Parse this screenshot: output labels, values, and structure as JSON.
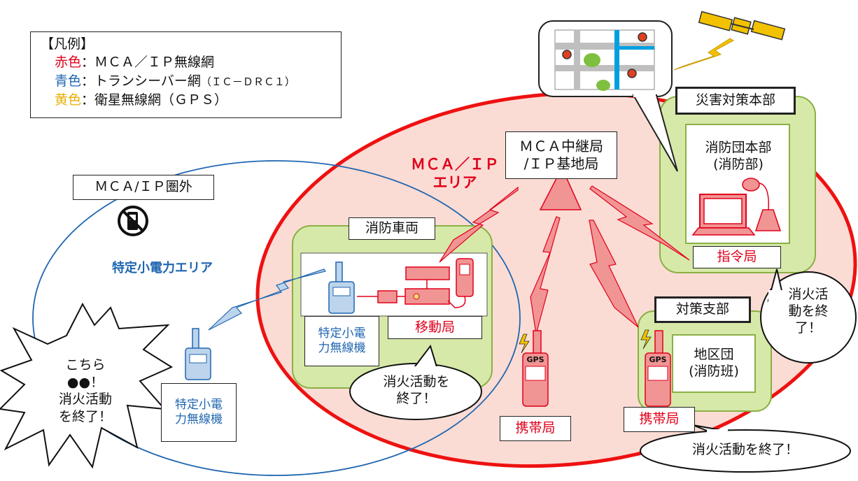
{
  "legend": {
    "title": "【凡例】",
    "rows": [
      {
        "key": "赤色",
        "sep": "：",
        "text": "ＭＣＡ／ＩＰ無線網",
        "suffix": ""
      },
      {
        "key": "青色",
        "sep": "：",
        "text": "トランシーバー網",
        "suffix": "（ＩＣ－ＤＲＣ１）"
      },
      {
        "key": "黄色",
        "sep": "：",
        "text": "衛星無線網（ＧＰＳ）",
        "suffix": ""
      }
    ]
  },
  "areas": {
    "mca_ip_area": "ＭＣＡ／ＩＰ\nエリア",
    "out_of_range": "ＭＣＡ/ＩＰ圏外",
    "low_power_area": "特定小電力エリア"
  },
  "nodes": {
    "relay_station": "ＭＣＡ中継局\n/ＩＰ基地局",
    "disaster_hq": "災害対策本部",
    "fire_hq": "消防団本部\n(消防部)",
    "dispatch": "指令局",
    "branch_hq": "対策支部",
    "district": "地区団\n(消防班)",
    "fire_vehicle": "消防車両",
    "mobile_station": "移動局",
    "radio_in_vehicle": "特定小電\n力無線機",
    "radio_outside": "特定小電\n力無線機",
    "portable_1": "携帯局",
    "portable_2": "携帯局",
    "gps_label": "GPS"
  },
  "speech": {
    "outside_burst": "こちら\n●●！\n消火活動\nを終了！",
    "vehicle": "消火活動を\n終了！",
    "dispatch": "消火活\n動を終\n了！",
    "portable": "消火活動を終了！"
  },
  "colors": {
    "red_network": "#e0001b",
    "red_fill": "#f19494",
    "area_fill": "#fbdcd4",
    "blue_network": "#1f66b0",
    "blue_fill": "#bcd4ec",
    "yellow_network": "#f2c200",
    "green_border": "#8ab046",
    "green_fill": "#d6e9a8"
  },
  "icons": [
    "satellite-icon",
    "map-icon",
    "no-phone-icon",
    "pc-icon",
    "radio-icon",
    "gps-radio-icon",
    "antenna-tower-icon",
    "lightning-icon"
  ]
}
